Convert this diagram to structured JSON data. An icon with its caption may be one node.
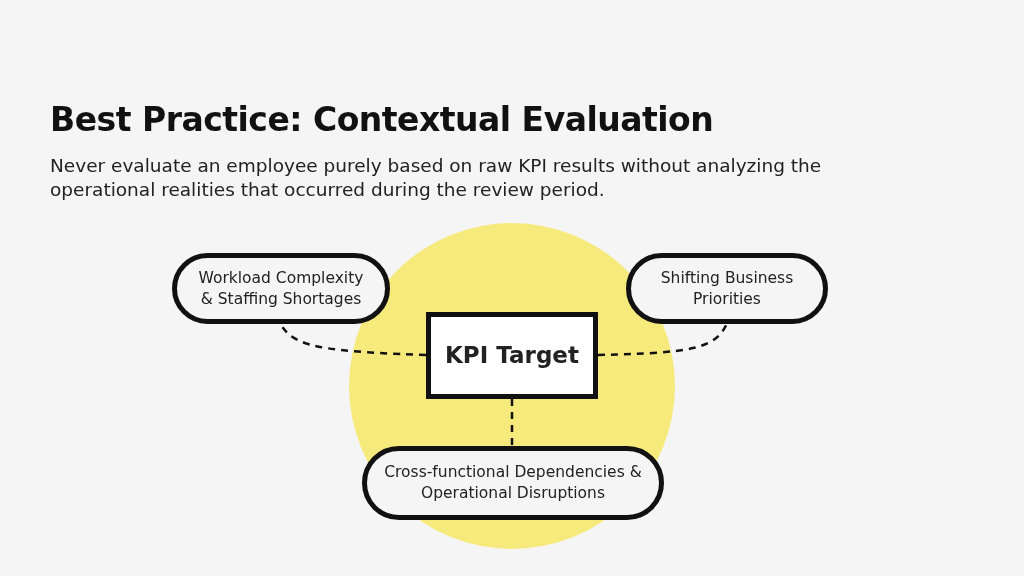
{
  "diagram": {
    "title": "Best Practice: Contextual Evaluation",
    "caption": "Never evaluate an employee purely based on raw KPI results without analyzing the operational realities that occurred during the review period.",
    "nodes": [
      {
        "text": [
          "Workload Complexity & Staffing Shortages"
        ]
      },
      {
        "text": [
          "Shifting Business Priorities"
        ]
      },
      {
        "text": [
          "KPI Target"
        ]
      },
      {
        "text": [
          "Cross-functional Dependencies & Operational Disruptions"
        ]
      }
    ],
    "edges": [
      {
        "from": 2,
        "to": 0,
        "arrow": "none",
        "style": "dashed"
      },
      {
        "from": 2,
        "to": 1,
        "arrow": "none",
        "style": "dashed"
      },
      {
        "from": 2,
        "to": 3,
        "arrow": "none",
        "style": "dashed"
      }
    ]
  }
}
